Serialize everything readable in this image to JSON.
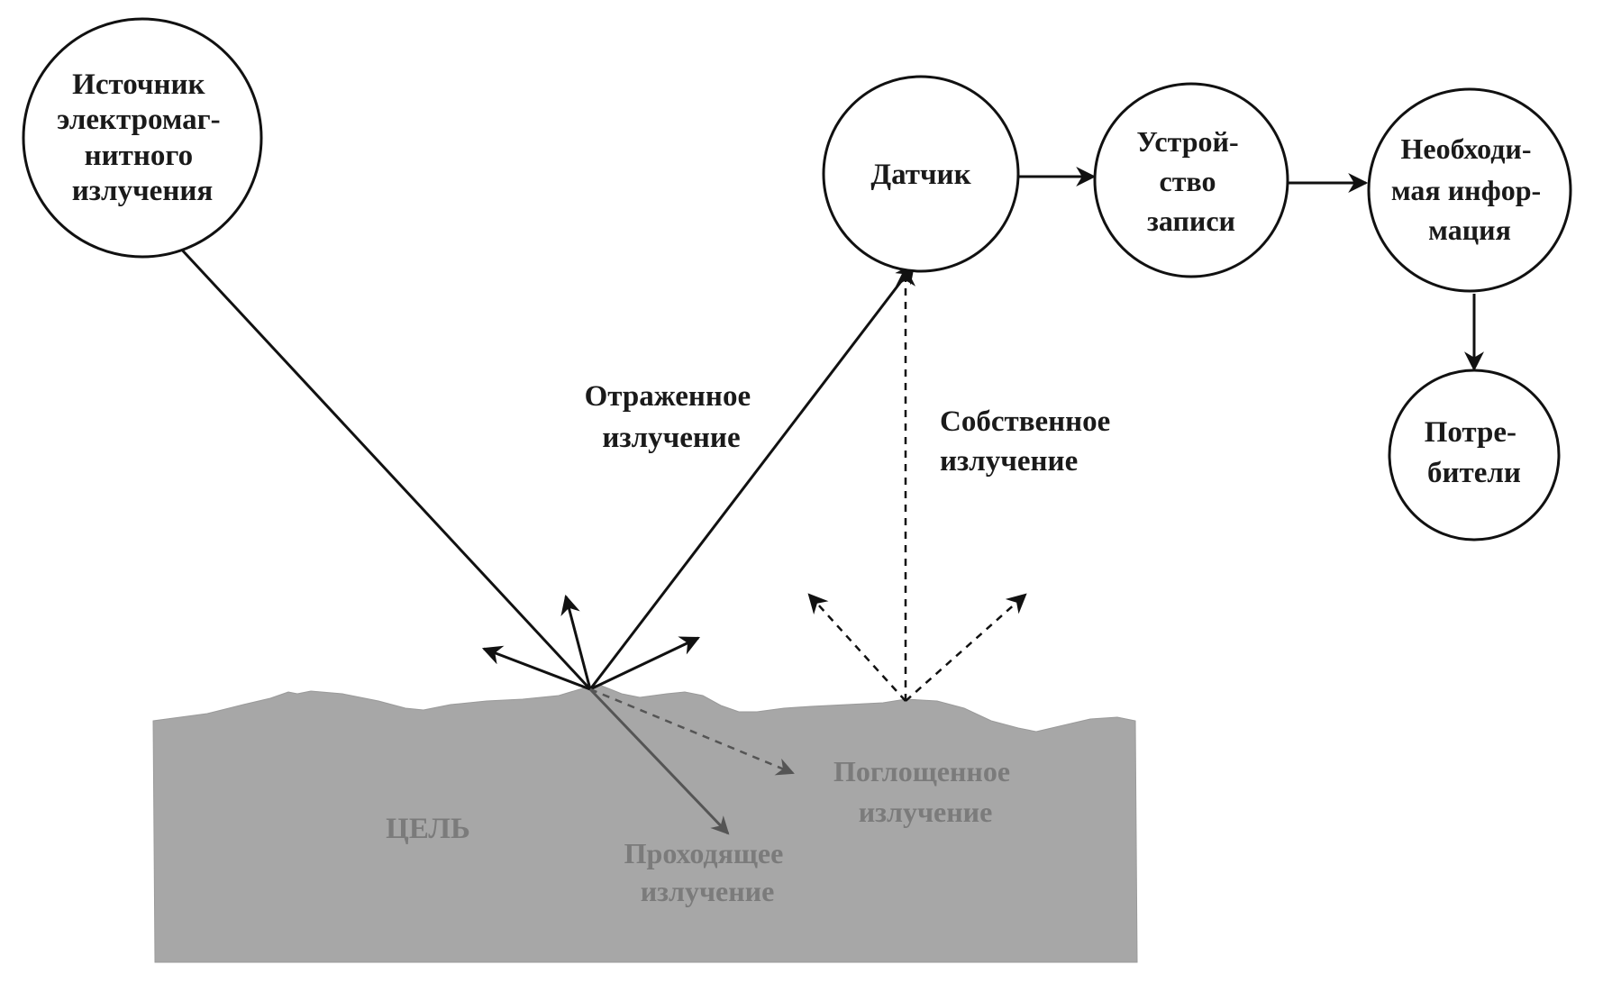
{
  "nodes": {
    "source": [
      "Источник",
      "электромаг-",
      "нитного",
      "излучения"
    ],
    "sensor": [
      "Датчик"
    ],
    "recorder": [
      "Устрой-",
      "ство",
      "записи"
    ],
    "info": [
      "Необходи-",
      "мая инфор-",
      "мация"
    ],
    "consumers": [
      "Потре-",
      "бители"
    ]
  },
  "labels": {
    "reflected": [
      "Отраженное",
      "излучение"
    ],
    "emitted": [
      "Собственное",
      "излучение"
    ],
    "absorbed": [
      "Поглощенное",
      "излучение"
    ],
    "transmitted": [
      "Проходящее",
      "излучение"
    ],
    "target": "ЦЕЛЬ"
  },
  "colors": {
    "ink": "#111111",
    "target_fill": "#a7a7a7",
    "inside_text": "#7b7b7b"
  }
}
